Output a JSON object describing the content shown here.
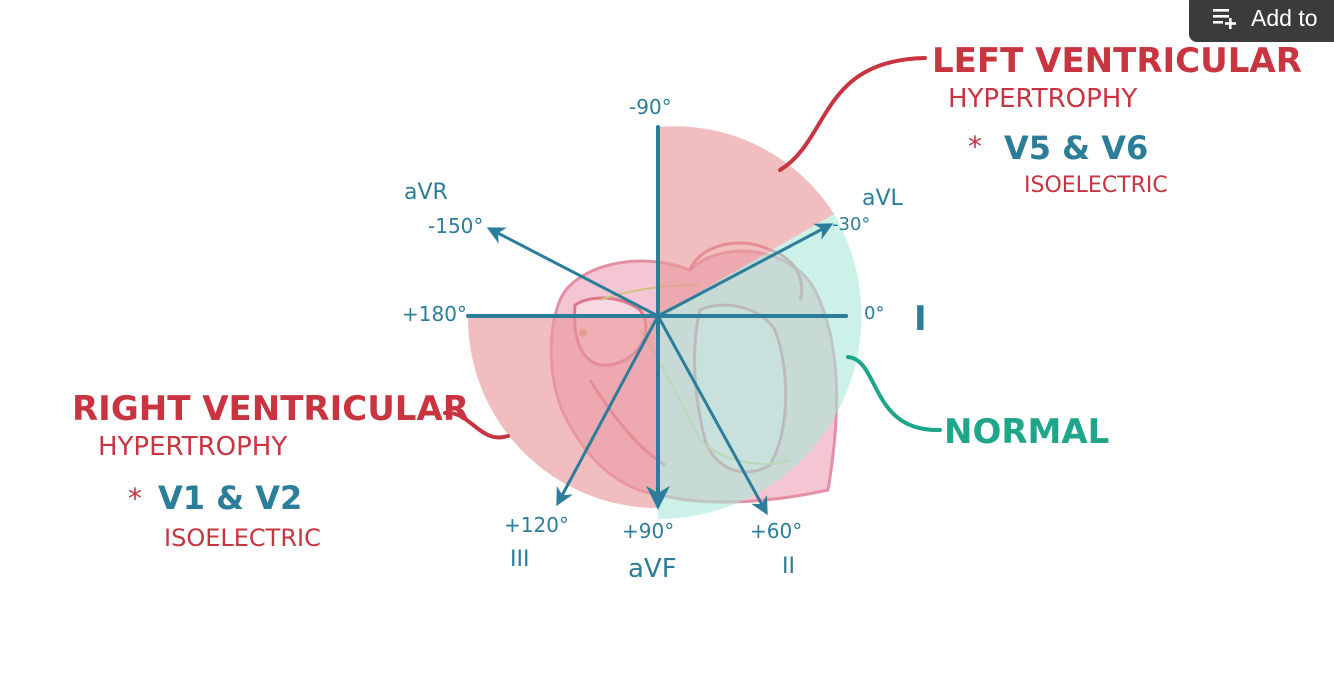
{
  "add_button": {
    "label": "Add to",
    "icon": "playlist-add-icon"
  },
  "axis_labels": {
    "neg90": "-90°",
    "avr": "aVR",
    "neg150": "-150°",
    "avl": "aVL",
    "neg30": "-30°",
    "plus180": "+180°",
    "zero": "0°",
    "lead_i": "I",
    "plus120": "+120°",
    "lead_iii": "III",
    "plus90": "+90°",
    "avf": "aVF",
    "plus60": "+60°",
    "lead_ii": "II"
  },
  "lvh": {
    "line1": "LEFT VENTRICULAR",
    "line2": "HYPERTROPHY",
    "star": "*",
    "leads": "V5 & V6",
    "note": "ISOELECTRIC"
  },
  "rvh": {
    "line1": "RIGHT VENTRICULAR",
    "line2": "HYPERTROPHY",
    "star": "*",
    "leads": "V1 & V2",
    "note": "ISOELECTRIC"
  },
  "normal": {
    "label": "NORMAL"
  },
  "colors": {
    "axis_blue": "#2b7d99",
    "lvh_red": "#c8343f",
    "normal_teal": "#1fa68a",
    "lvh_region": "#e99a9c",
    "normal_region": "#a8e8d8",
    "heart_pink": "#f3bccb"
  }
}
